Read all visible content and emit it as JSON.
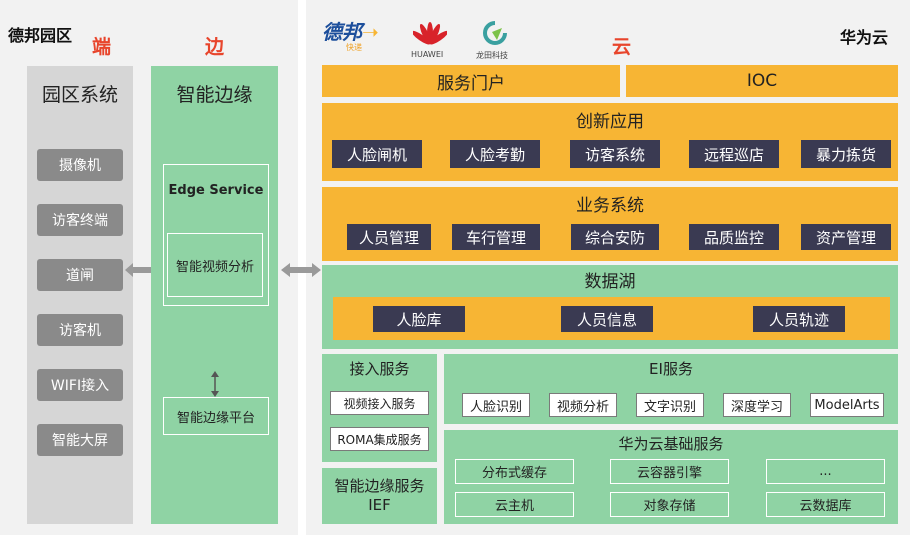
{
  "left": {
    "park_title": "德邦园区",
    "end_label": "端",
    "edge_label": "边",
    "park_system": {
      "title": "园区系统",
      "items": [
        "摄像机",
        "访客终端",
        "道闸",
        "访客机",
        "WIFI接入",
        "智能大屏"
      ]
    },
    "smart_edge": {
      "title": "智能边缘",
      "edge_service": "Edge Service",
      "video_analysis": "智能视频分析",
      "platform": "智能边缘平台"
    }
  },
  "right": {
    "logos": {
      "debang": "德邦",
      "debang_sub": "快递",
      "huawei": "HUAWEI",
      "longtian": "龙田科技"
    },
    "cloud_label": "云",
    "cloud_title": "华为云",
    "portal": "服务门户",
    "ioc": "IOC",
    "innovation": {
      "title": "创新应用",
      "items": [
        "人脸闸机",
        "人脸考勤",
        "访客系统",
        "远程巡店",
        "暴力拣货"
      ]
    },
    "business": {
      "title": "业务系统",
      "items": [
        "人员管理",
        "车行管理",
        "综合安防",
        "品质监控",
        "资产管理"
      ]
    },
    "datalake": {
      "title": "数据湖",
      "items": [
        "人脸库",
        "人员信息",
        "人员轨迹"
      ]
    },
    "access": {
      "title": "接入服务",
      "items": [
        "视频接入服务",
        "ROMA集成服务"
      ]
    },
    "ief": {
      "line1": "智能边缘服务",
      "line2": "IEF"
    },
    "ei": {
      "title": "EI服务",
      "items": [
        "人脸识别",
        "视频分析",
        "文字识别",
        "深度学习",
        "ModelArts"
      ]
    },
    "basic": {
      "title": "华为云基础服务",
      "row1": [
        "分布式缓存",
        "云容器引擎",
        "..."
      ],
      "row2": [
        "云主机",
        "对象存储",
        "云数据库"
      ]
    }
  },
  "colors": {
    "orange": "#f7b534",
    "green": "#8fd3a4",
    "dark_button": "#3a3a52",
    "gray_button": "#8a8a8a",
    "red_label": "#e8452c"
  }
}
